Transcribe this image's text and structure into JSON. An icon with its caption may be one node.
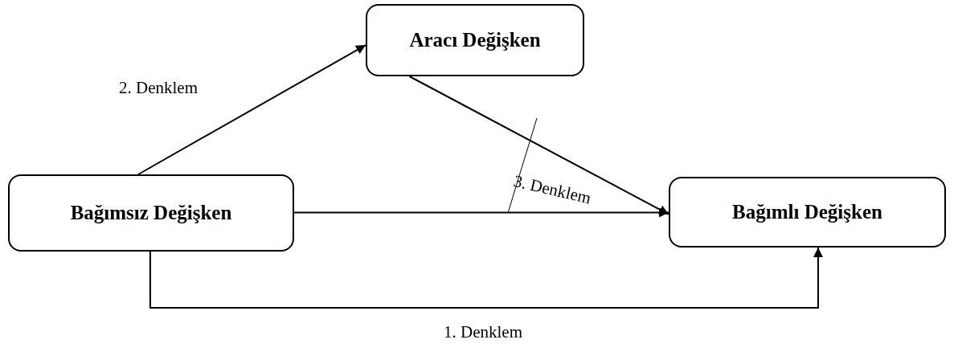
{
  "diagram": {
    "nodes": [
      {
        "text": [
          "Aracı Değişken"
        ]
      },
      {
        "text": [
          "Bağımsız Değişken"
        ]
      },
      {
        "text": [
          "Bağımlı Değişken"
        ]
      }
    ],
    "edges": [
      {
        "from": 1,
        "to": 0,
        "arrow": "to",
        "label": "2. Denklem"
      },
      {
        "from": 0,
        "to": 2,
        "arrow": "to"
      },
      {
        "from": 1,
        "to": 2,
        "arrow": "to"
      },
      {
        "from": 1,
        "to": 2,
        "arrow": "to",
        "label": "1. Denklem"
      }
    ],
    "labels": [
      "3. Denklem"
    ]
  }
}
